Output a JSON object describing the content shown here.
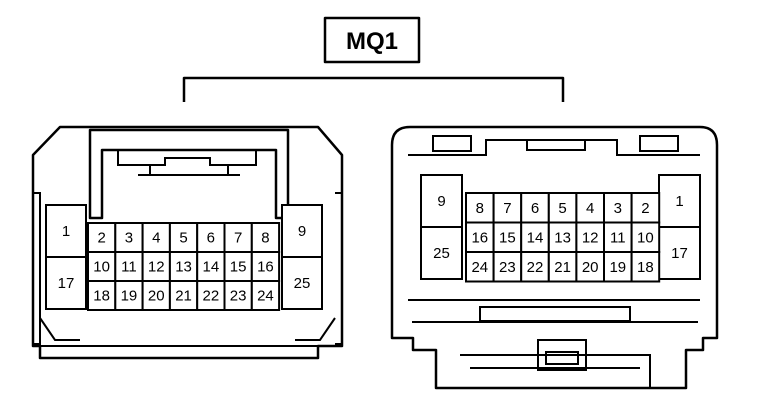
{
  "connector_label": "MQ1",
  "left_connector": {
    "side_left": [
      "1",
      "17"
    ],
    "side_right": [
      "9",
      "25"
    ],
    "rows": [
      [
        "2",
        "3",
        "4",
        "5",
        "6",
        "7",
        "8"
      ],
      [
        "10",
        "11",
        "12",
        "13",
        "14",
        "15",
        "16"
      ],
      [
        "18",
        "19",
        "20",
        "21",
        "22",
        "23",
        "24"
      ]
    ]
  },
  "right_connector": {
    "side_left": [
      "9",
      "25"
    ],
    "side_right": [
      "1",
      "17"
    ],
    "rows": [
      [
        "8",
        "7",
        "6",
        "5",
        "4",
        "3",
        "2"
      ],
      [
        "16",
        "15",
        "14",
        "13",
        "12",
        "11",
        "10"
      ],
      [
        "24",
        "23",
        "22",
        "21",
        "20",
        "19",
        "18"
      ]
    ]
  }
}
